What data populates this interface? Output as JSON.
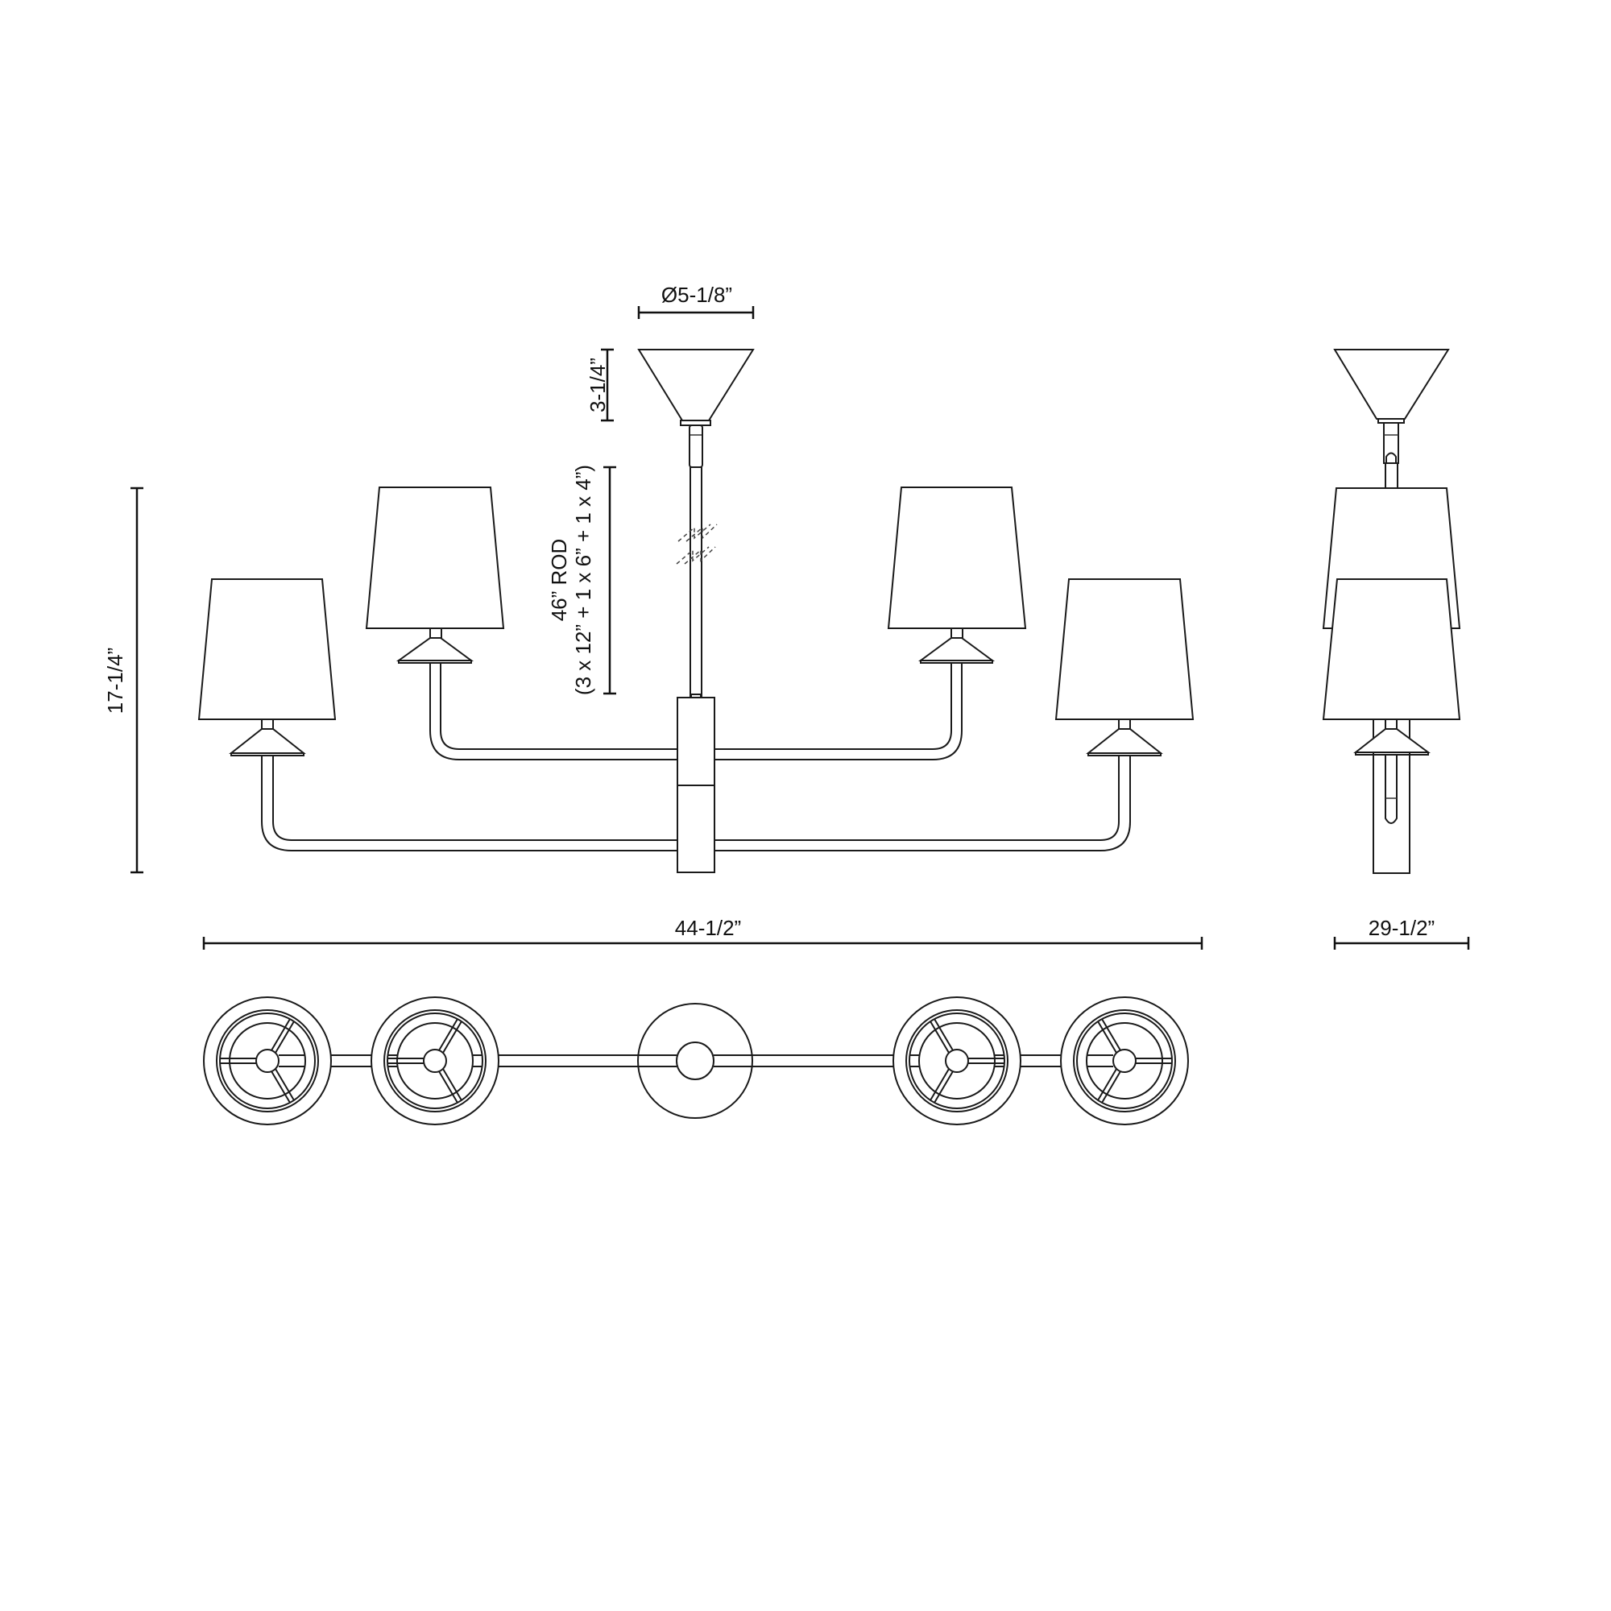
{
  "drawing": {
    "title": "Five-light chandelier dimension drawing",
    "views": [
      "front-elevation",
      "side-elevation",
      "top-plan"
    ]
  },
  "dimensions": {
    "canopy_diameter": "Ø5-1/8”",
    "canopy_height": "3-1/4”",
    "rod_length": "46” ROD",
    "rod_breakdown": "(3 x 12” + 1 x 6” + 1 x 4”)",
    "overall_height": "17-1/4”",
    "overall_width": "44-1/2”",
    "overall_depth": "29-1/2”"
  },
  "colors": {
    "line": "#1a1a1a",
    "background": "#ffffff"
  }
}
